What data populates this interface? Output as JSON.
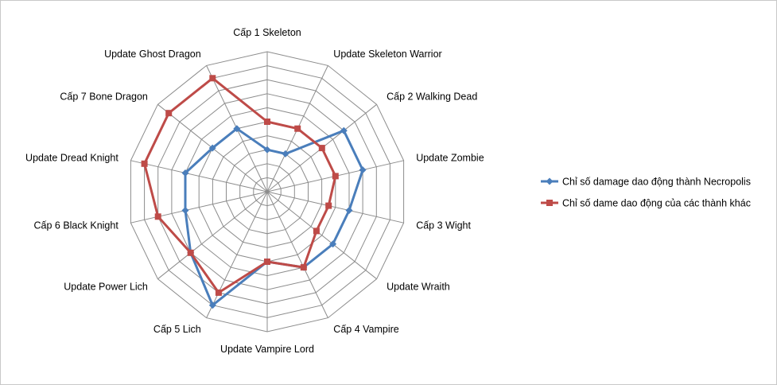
{
  "chart_data": {
    "type": "radar",
    "title": "",
    "categories": [
      "Cấp 1 Skeleton",
      "Update Skeleton Warrior",
      "Cấp 2 Walking Dead",
      "Update Zombie",
      "Cấp 3 Wight",
      "Update Wraith",
      "Cấp 4 Vampire",
      "Update Vampire Lord",
      "Cấp 5 Lich",
      "Update Power Lich",
      "Cấp 6 Black Knight",
      "Update Dread Knight",
      "Cấp 7 Bone Dragon",
      "Update Ghost Dragon"
    ],
    "rlim": [
      0,
      10
    ],
    "grid": true,
    "legend_position": "right",
    "series": [
      {
        "name": "Chỉ số damage dao động thành Necropolis",
        "color": "#4a7ebb",
        "marker": "diamond",
        "values": [
          3,
          3,
          7,
          7,
          6,
          6,
          6,
          5,
          9,
          7,
          6,
          6,
          5,
          5
        ]
      },
      {
        "name": "Chỉ số dame dao động của các thành khác",
        "color": "#be4b48",
        "marker": "square",
        "values": [
          5,
          5,
          5,
          5,
          4.5,
          4.5,
          6,
          5,
          8,
          7,
          8,
          9,
          9,
          9
        ]
      }
    ]
  }
}
